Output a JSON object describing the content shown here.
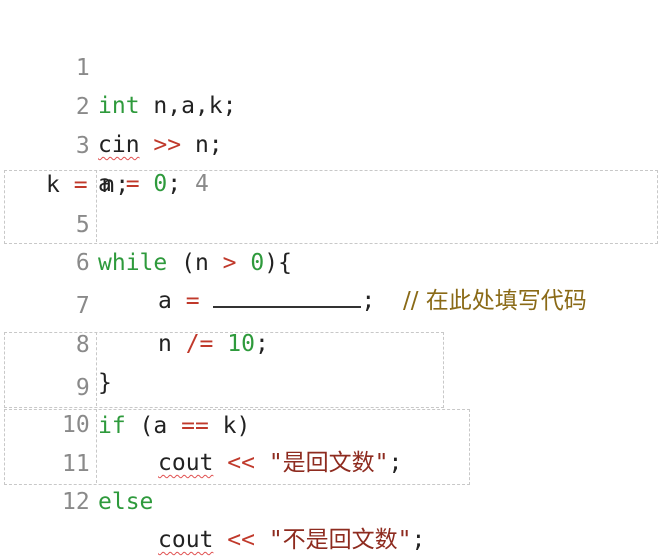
{
  "lines": [
    {
      "n": "1",
      "t1": "int",
      "t2": " n,a,k;"
    },
    {
      "n": "2",
      "t1": "cin",
      "t2": " ",
      ">>": ">>",
      "t3": " n;"
    },
    {
      "n": "3",
      "t1": "a ",
      "op": "=",
      "t2": " ",
      "num": "0",
      "t3": "; ",
      "extra": "4"
    },
    {
      "t": "k ",
      "op": "=",
      "t2": " n;"
    },
    {
      "n": "5",
      "kw": "while",
      "t1": " (n ",
      "op": ">",
      "t2": " ",
      "num": "0",
      "t3": "){"
    },
    {
      "n": "6",
      "t1": "a ",
      "op": "=",
      "t2": " ",
      "t3": ";  ",
      "comment": "// 在此处填写代码"
    },
    {
      "n": "7",
      "t1": "n ",
      "op": "/=",
      "t2": " ",
      "num": "10",
      "t3": ";"
    },
    {
      "n": "8",
      "t1": "}"
    },
    {
      "n": "9",
      "kw": "if",
      "t1": " (a ",
      "op": "==",
      "t2": " k)"
    },
    {
      "n": "10",
      "t1": "cout",
      "t2": " ",
      "op": "<<",
      "t3": " ",
      "str": "\"是回文数\"",
      "t4": ";"
    },
    {
      "n": "11",
      "kw": "else"
    },
    {
      "n": "12",
      "t1": "cout",
      "t2": " ",
      "op": "<<",
      "t3": " ",
      "str": "\"不是回文数\"",
      "t4": ";"
    }
  ]
}
